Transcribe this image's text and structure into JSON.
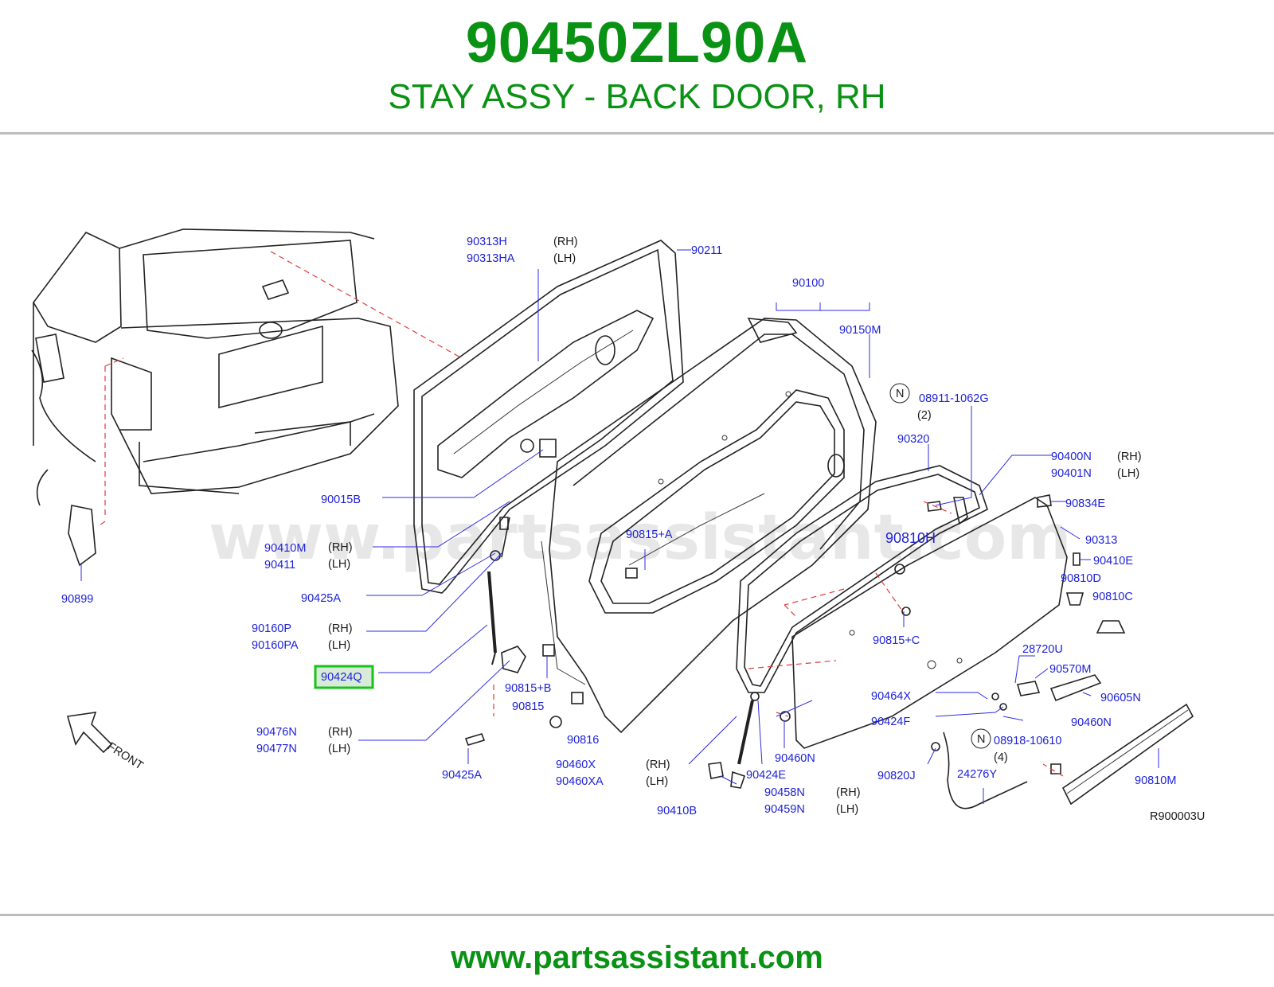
{
  "header": {
    "part_number": "90450ZL90A",
    "description": "STAY ASSY - BACK DOOR, RH"
  },
  "diagram": {
    "watermark": "www.partsassistant.com",
    "figure_code": "R900003U",
    "front_label": "FRONT",
    "highlighted_part": "90424Q",
    "labels": {
      "l90313H": "90313H",
      "l90313HA": "90313HA",
      "l90211": "90211",
      "l90100": "90100",
      "l90150M": "90150M",
      "l08911": "08911-1062G",
      "l08911q": "(2)",
      "l90320": "90320",
      "l90400N": "90400N",
      "l90401N": "90401N",
      "l90834E": "90834E",
      "l90015B": "90015B",
      "l90815A": "90815+A",
      "l90810H": "90810H",
      "l90313": "90313",
      "l90410E": "90410E",
      "l90810D": "90810D",
      "l90810C": "90810C",
      "l90410M": "90410M",
      "l90411": "90411",
      "l90425A1": "90425A",
      "l90160P": "90160P",
      "l90160PA": "90160PA",
      "l90424Q": "90424Q",
      "l90815C": "90815+C",
      "l28720U": "28720U",
      "l90570M": "90570M",
      "l90815B": "90815+B",
      "l90815": "90815",
      "l90816": "90816",
      "l90464X": "90464X",
      "l90605N": "90605N",
      "l90424F": "90424F",
      "l90460N1": "90460N",
      "l90476N": "90476N",
      "l90477N": "90477N",
      "l90425A2": "90425A",
      "l90460X": "90460X",
      "l90460XA": "90460XA",
      "l90424E": "90424E",
      "l90460N2": "90460N",
      "l08918": "08918-10610",
      "l08918q": "(4)",
      "l90820J": "90820J",
      "l24276Y": "24276Y",
      "l90810M": "90810M",
      "l90458N": "90458N",
      "l90459N": "90459N",
      "l90410B": "90410B",
      "l90899": "90899",
      "n1": "N",
      "n2": "N"
    },
    "side_tags": {
      "rh": "(RH)",
      "lh": "(LH)"
    }
  },
  "footer": {
    "url": "www.partsassistant.com"
  },
  "colors": {
    "brand_green": "#0a9214",
    "label_blue": "#1e22d8",
    "leader_red": "#e23a3a",
    "highlight_green": "#19c219"
  }
}
